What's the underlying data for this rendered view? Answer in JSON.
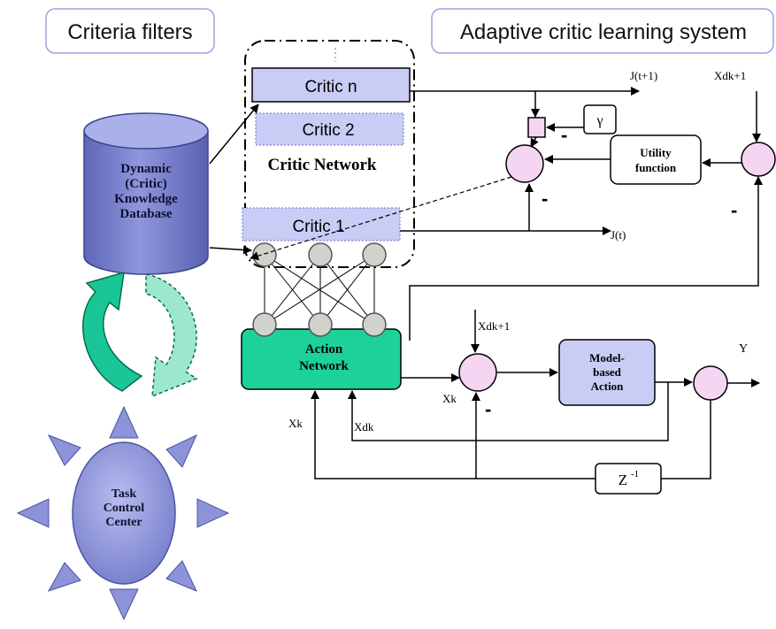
{
  "headers": {
    "left": "Criteria filters",
    "right": "Adaptive critic learning system"
  },
  "critic_network": {
    "title": "Critic Network",
    "critic_n": "Critic n",
    "critic_2": "Critic 2",
    "critic_1": "Critic 1"
  },
  "database": {
    "line1": "Dynamic",
    "line2": "(Critic)",
    "line3": "Knowledge",
    "line4": "Database"
  },
  "action_network": {
    "line1": "Action",
    "line2": "Network"
  },
  "task_center": {
    "line1": "Task",
    "line2": "Control",
    "line3": "Center"
  },
  "utility": {
    "line1": "Utility",
    "line2": "function"
  },
  "gamma": "γ",
  "model_action": {
    "line1": "Model-",
    "line2": "based",
    "line3": "Action"
  },
  "delay": {
    "base": "Z",
    "exp": "-1"
  },
  "signals": {
    "j_next": "J(t+1)",
    "j_now": "J(t)",
    "xdk1_top": "Xdk+1",
    "xdk1_mid": "Xdk+1",
    "xk_right": "Xk",
    "xk_left": "Xk",
    "xdk": "Xdk",
    "y": "Y"
  },
  "signs": {
    "minus": "-"
  },
  "colors": {
    "lavender_box": "#c8ccf4",
    "cylinder": "#7c84cf",
    "teal": "#1dd19a",
    "pink": "#f4d6f2",
    "node": "#d2d2cc",
    "sun": "#8c93d9"
  }
}
